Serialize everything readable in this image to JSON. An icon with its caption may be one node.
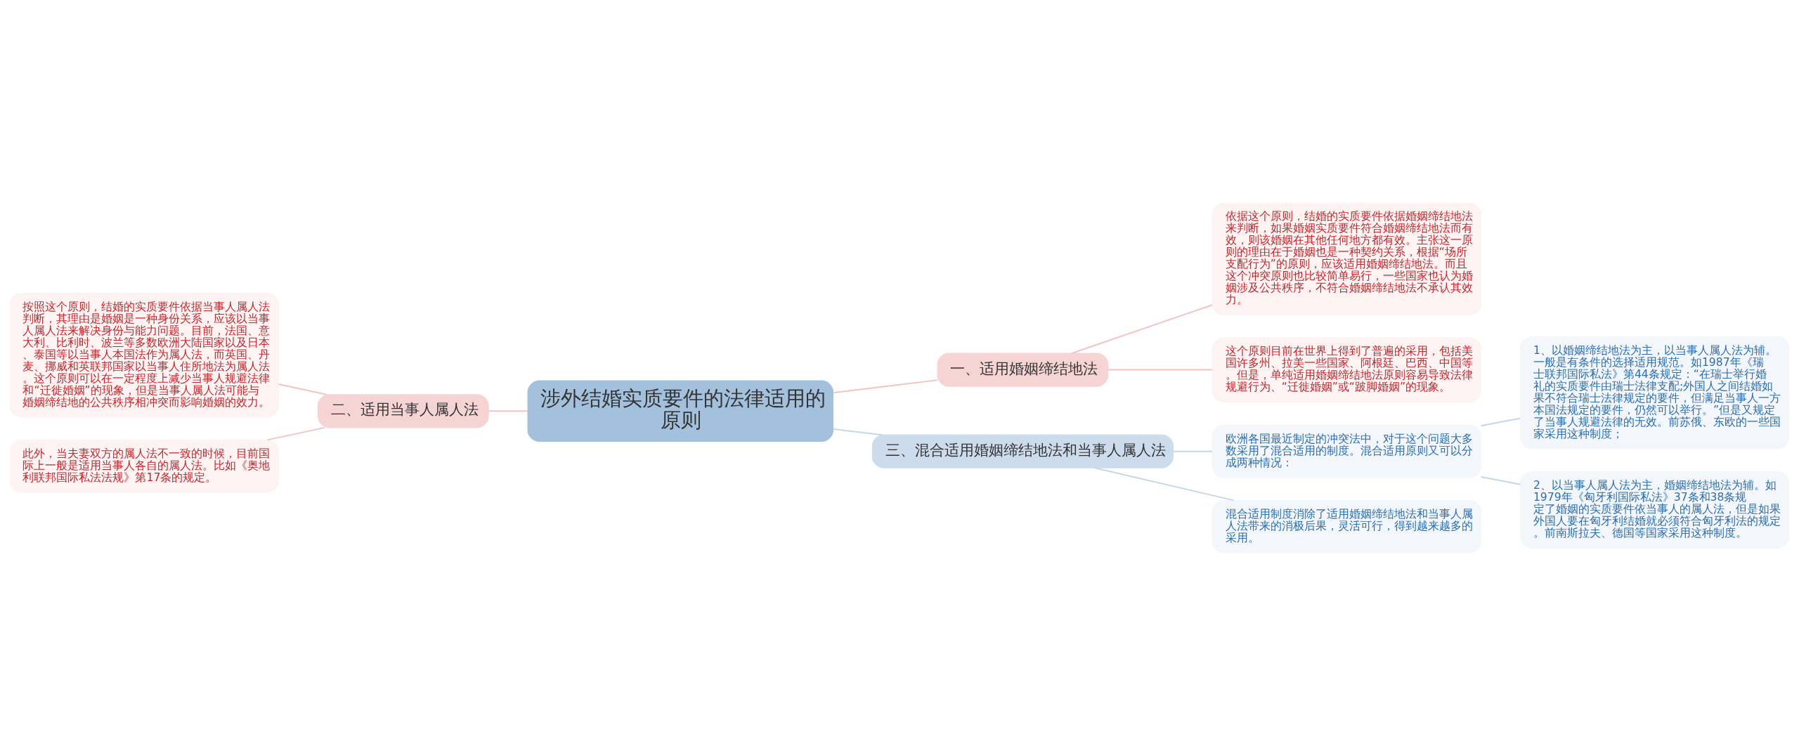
{
  "diagram": {
    "nodes": [
      {
        "text": [
          "涉外结婚实质要件的法律适用的原则"
        ]
      },
      {
        "text": [
          "一、适用婚姻缔结地法"
        ]
      },
      {
        "text": [
          "依据这个原则，结婚的实质要件依据婚姻缔结地法来判断，如果婚姻实质要件符合婚姻缔结地法而有效，则该婚姻在其他任何地方都有效。主张这一原则的理由在于婚姻也是一种契约关系，根据“场所支配行为”的原则，应该适用婚姻缔结地法。而且这个冲突原则也比较简单易行，一些国家也认为婚姻涉及公共秩序，不符合婚姻缔结地法不承认其效力。"
        ]
      },
      {
        "text": [
          "这个原则目前在世界上得到了普遍的采用，包括美国许多州、拉美一些国家、阿根廷、巴西、中国等。但是，单纯适用婚姻缔结地法原则容易导致法律规避行为、“迁徙婚姻”或“跛脚婚姻”的现象。"
        ]
      },
      {
        "text": [
          "二、适用当事人属人法"
        ]
      },
      {
        "text": [
          "按照这个原则，结婚的实质要件依据当事人属人法判断，其理由是婚姻是一种身份关系，应该以当事人属人法来解决身份与能力问题。目前，法国、意大利、比利时、波兰等多数欧洲大陆国家以及日本、泰国等以当事人本国法作为属人法，而英国、丹麦、挪威和英联邦国家以当事人住所地法为属人法。这个原则可以在一定程度上减少当事人规避法律和“迁徙婚姻”的现象，但是当事人属人法可能与婚姻缔结地的公共秩序相冲突而影响婚姻的效力。"
        ]
      },
      {
        "text": [
          "此外，当夫妻双方的属人法不一致的时候，目前国际上一般是适用当事人各自的属人法。比如《奥地利联邦国际私法法规》第17条的规定。"
        ]
      },
      {
        "text": [
          "三、混合适用婚姻缔结地法和当事人属人法"
        ]
      },
      {
        "text": [
          "欧洲各国最近制定的冲突法中，对于这个问题大多数采用了混合适用的制度。混合适用原则又可以分成两种情况："
        ]
      },
      {
        "text": [
          "1、以婚姻缔结地法为主，以当事人属人法为辅。一般是有条件的选择适用规范。如1987年《瑞士联邦国际私法》第44条规定：“在瑞士举行婚礼的实质要件由瑞士法律支配;外国人之间结婚如果不符合瑞士法律规定的要件，但满足当事人一方本国法规定的要件，仍然可以举行。”但是又规定了当事人规避法律的无效。前苏俄、东欧的一些国家采用这种制度；"
        ]
      },
      {
        "text": [
          "2、以当事人属人法为主，婚姻缔结地法为辅。如1979年《匈牙利国际私法》37条和38条规定了婚姻的实质要件依当事人的属人法，但是如果外国人要在匈牙利结婚就必须符合匈牙利法的规定。前南斯拉夫、德国等国家采用这种制度。"
        ]
      },
      {
        "text": [
          "混合适用制度消除了适用婚姻缔结地法和当事人属人法带来的消极后果，灵活可行，得到越来越多的采用。"
        ]
      }
    ],
    "edges": [
      {
        "from": 0,
        "to": 1,
        "arrow": "none"
      },
      {
        "from": 1,
        "to": 2,
        "arrow": "none"
      },
      {
        "from": 1,
        "to": 3,
        "arrow": "none"
      },
      {
        "from": 0,
        "to": 4,
        "arrow": "none"
      },
      {
        "from": 4,
        "to": 5,
        "arrow": "none"
      },
      {
        "from": 4,
        "to": 6,
        "arrow": "none"
      },
      {
        "from": 0,
        "to": 7,
        "arrow": "none",
        "color": "#c5d6e6"
      },
      {
        "from": 7,
        "to": 8,
        "arrow": "none",
        "color": "#c5d6e6"
      },
      {
        "from": 8,
        "to": 9,
        "arrow": "none",
        "color": "#c5d6e6"
      },
      {
        "from": 8,
        "to": 10,
        "arrow": "none",
        "color": "#c5d6e6"
      },
      {
        "from": 7,
        "to": 11,
        "arrow": "none",
        "color": "#c5d6e6"
      }
    ]
  }
}
